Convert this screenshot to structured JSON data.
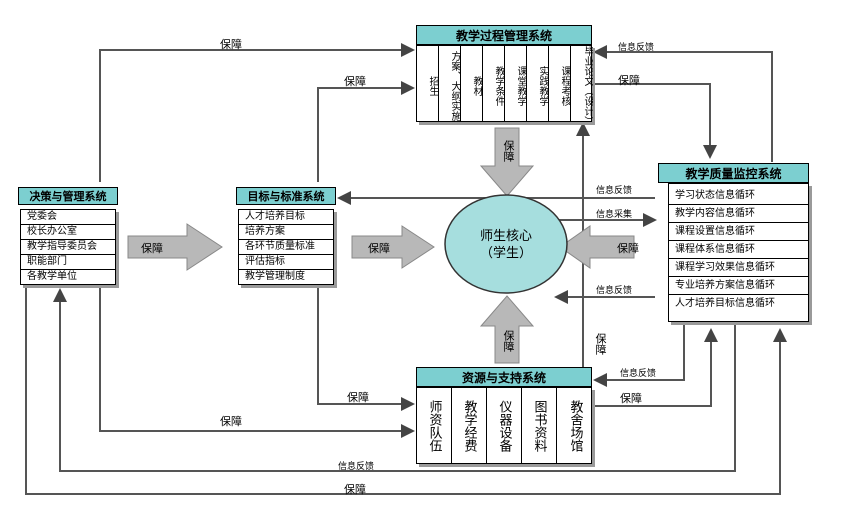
{
  "process_system": {
    "title": "教学过程管理系统",
    "items": [
      "招生",
      "方案、大纲实施",
      "教材",
      "教学条件",
      "课堂教学",
      "实践教学",
      "课程考核",
      "毕业论文（设计）"
    ]
  },
  "quality_system": {
    "title": "教学质量监控系统",
    "items": [
      "学习状态信息循环",
      "教学内容信息循环",
      "课程设置信息循环",
      "课程体系信息循环",
      "课程学习效果信息循环",
      "专业培养方案信息循环",
      "人才培养目标信息循环"
    ]
  },
  "decision_system": {
    "title": "决策与管理系统",
    "items": [
      "党委会",
      "校长办公室",
      "教学指导委员会",
      "职能部门",
      "各教学单位"
    ]
  },
  "standard_system": {
    "title": "目标与标准系统",
    "items": [
      "人才培养目标",
      "培养方案",
      "各环节质量标准",
      "评估指标",
      "教学管理制度"
    ]
  },
  "resource_system": {
    "title": "资源与支持系统",
    "items": [
      "师资队伍",
      "教学经费",
      "仪器设备",
      "图书资料",
      "教舍场馆"
    ]
  },
  "core": {
    "line1": "师生核心",
    "line2": "（学生）"
  },
  "labels": {
    "guarantee": "保障",
    "info_feedback": "信息反馈",
    "info_collect": "信息采集"
  },
  "colors": {
    "title_fill": "#7ccfd0",
    "core_fill": "#a6dede",
    "arrow_fill": "#b8b8b8"
  }
}
